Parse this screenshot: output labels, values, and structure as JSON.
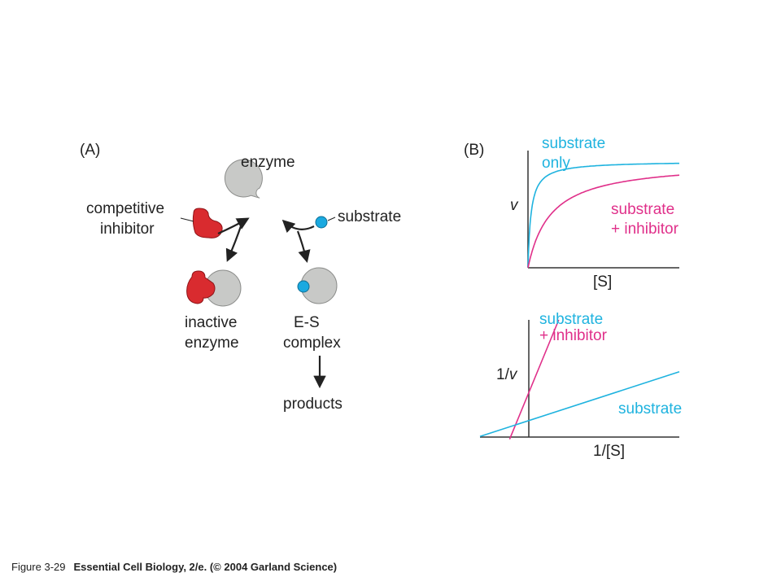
{
  "panel_a": {
    "label": "(A)",
    "enzyme": "enzyme",
    "substrate": "substrate",
    "competitive_inhibitor": [
      "competitive",
      "inhibitor"
    ],
    "inactive_enzyme": [
      "inactive",
      "enzyme"
    ],
    "es_complex": [
      "E-S",
      "complex"
    ],
    "products": "products"
  },
  "panel_b": {
    "label": "(B)"
  },
  "colors": {
    "enzyme_gray": "#c8c9c7",
    "inhibitor_red": "#d92b2f",
    "substrate_blue": "#1aa9e0",
    "series_cyan": "#1fb3df",
    "series_magenta": "#e0308a",
    "ink": "#222222"
  },
  "chart_data": [
    {
      "type": "line",
      "xlabel": "[S]",
      "ylabel": "v",
      "series": [
        {
          "name": "substrate only",
          "color": "#1fb3df",
          "Vmax": 1.0,
          "Km": 0.8
        },
        {
          "name": "substrate + inhibitor",
          "color": "#e0308a",
          "Vmax": 1.0,
          "Km": 6.0
        }
      ],
      "xlim": [
        0,
        40
      ],
      "ylim": [
        0,
        1.1
      ],
      "grid": false
    },
    {
      "type": "line",
      "xlabel": "1/[S]",
      "ylabel": "1/v",
      "series": [
        {
          "name": "substrate + inhibitor",
          "color": "#e0308a",
          "slope": 6.0,
          "intercept": 1.0
        },
        {
          "name": "substrate",
          "color": "#1fb3df",
          "slope": 0.8,
          "intercept": 1.0
        }
      ],
      "xlim": [
        -1.3,
        6.0
      ],
      "ylim": [
        -0.1,
        10.5
      ],
      "grid": false
    }
  ],
  "caption": {
    "figure_number": "Figure 3-29",
    "reference": "Essential Cell Biology, 2/e. (© 2004 Garland Science)"
  }
}
